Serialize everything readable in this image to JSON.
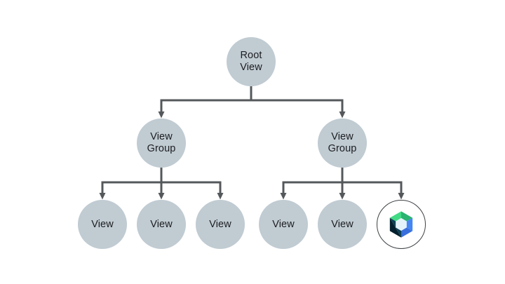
{
  "diagram": {
    "background_color": "#ffffff",
    "connector_color": "#54585b",
    "node_fill_color": "#c0cbd2",
    "label_color": "#1c1e21",
    "nodes": [
      {
        "id": "root-view",
        "label": "Root View"
      },
      {
        "id": "view-group-left",
        "label": "View Group"
      },
      {
        "id": "view-group-right",
        "label": "View Group"
      },
      {
        "id": "view-left-1",
        "label": "View"
      },
      {
        "id": "view-left-2",
        "label": "View"
      },
      {
        "id": "view-left-3",
        "label": "View"
      },
      {
        "id": "view-right-1",
        "label": "View"
      },
      {
        "id": "view-right-2",
        "label": "View"
      },
      {
        "id": "compose-leaf",
        "label": "",
        "icon": "jetpack-compose-logo"
      }
    ],
    "compose_logo": {
      "ring_color": "#3c4043",
      "ring_fill": "#ffffff",
      "green_light": "#43da85",
      "green_dark": "#2ab371",
      "navy": "#0d4257",
      "navy_dark": "#04202e",
      "blue": "#4486f4",
      "blue_dark": "#386fdd",
      "inner_fill": "#e4f3fa"
    }
  }
}
